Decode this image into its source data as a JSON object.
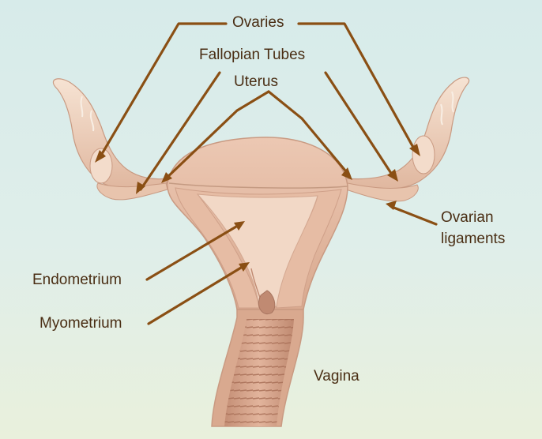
{
  "labels": {
    "ovaries": "Ovaries",
    "fallopian_tubes": "Fallopian Tubes",
    "uterus": "Uterus",
    "ovarian_ligaments_line1": "Ovarian",
    "ovarian_ligaments_line2": "ligaments",
    "endometrium": "Endometrium",
    "myometrium": "Myometrium",
    "vagina": "Vagina"
  },
  "colors": {
    "background_top": "#d7ebea",
    "background_bottom": "#e9f0dc",
    "tissue_light": "#f1d5c2",
    "tissue_mid": "#e5b9a0",
    "tissue_dark": "#c99a82",
    "leader_lines": "#8a4f14",
    "label_text": "#4a2e14"
  }
}
